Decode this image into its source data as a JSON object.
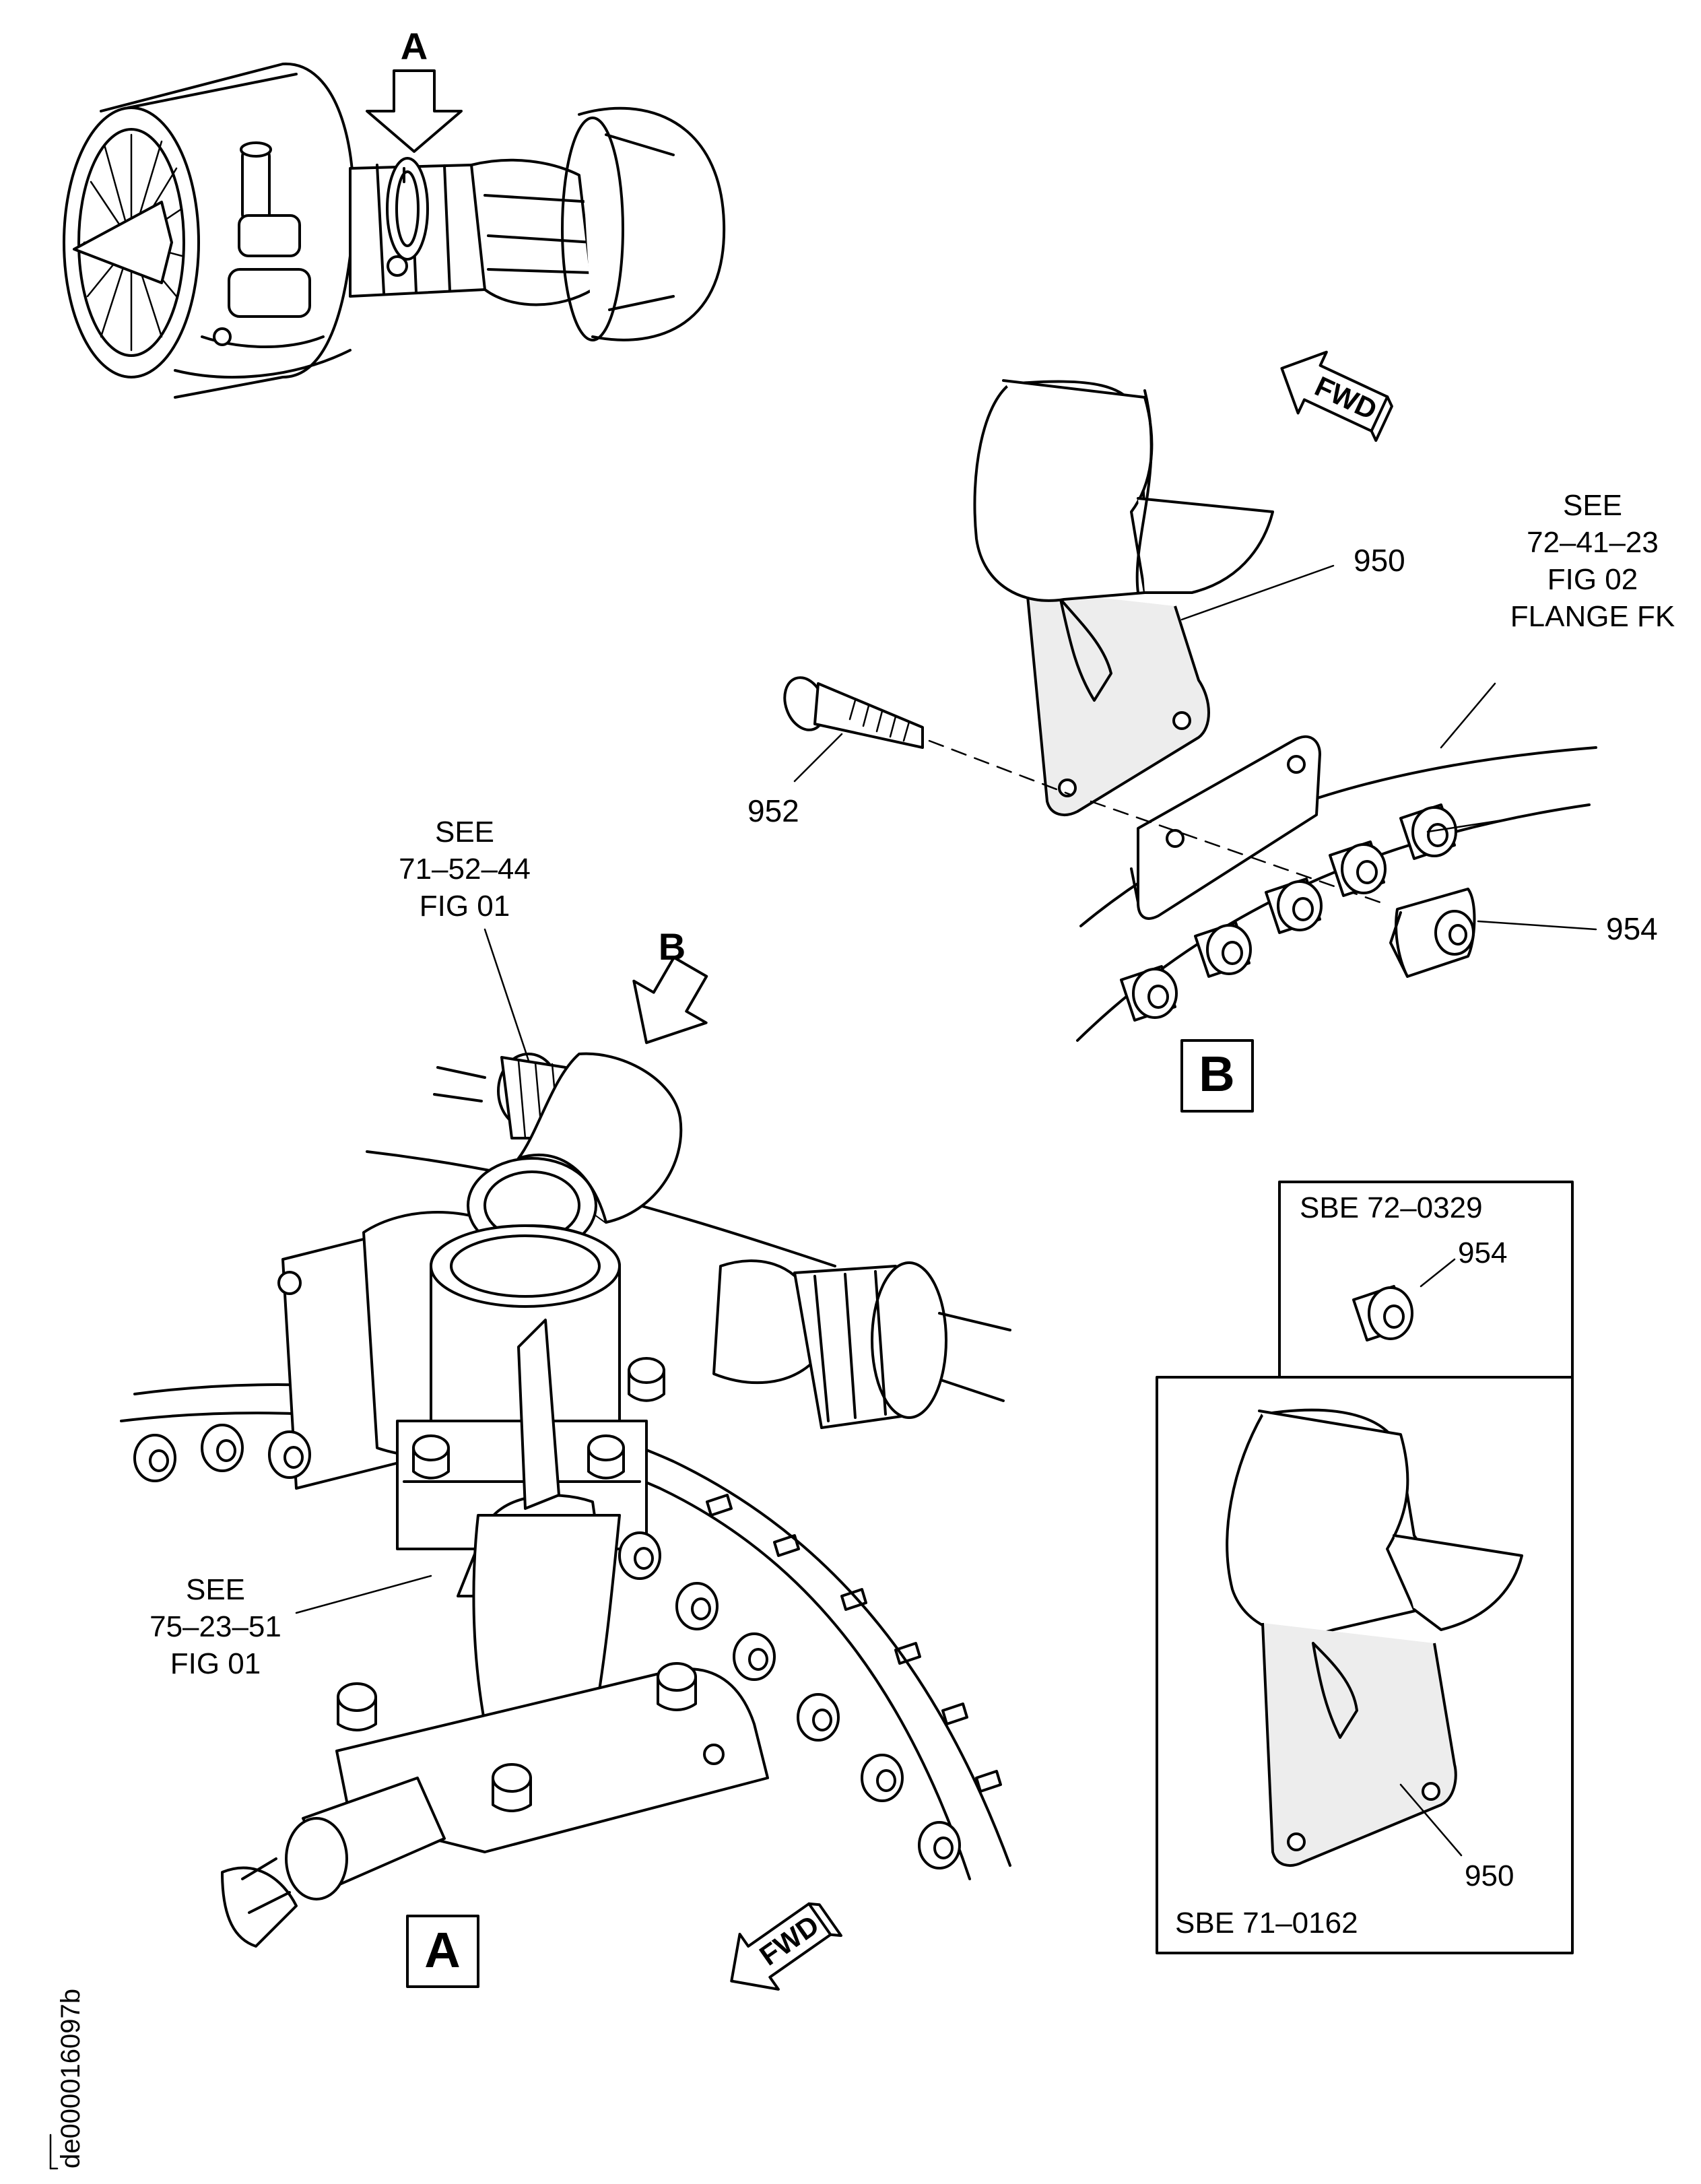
{
  "views": {
    "a_arrow_label": "A",
    "b_arrow_label": "B",
    "view_a_box": "A",
    "view_b_box": "B",
    "fwd_label": "FWD"
  },
  "references": {
    "see_71_52_44": [
      "SEE",
      "71–52–44",
      "FIG 01"
    ],
    "see_72_41_23": [
      "SEE",
      "72–41–23",
      "FIG 02",
      "FLANGE FK"
    ],
    "see_75_23_51": [
      "SEE",
      "75–23–51",
      "FIG 01"
    ]
  },
  "callouts": {
    "part_950": "950",
    "part_952": "952",
    "part_954": "954",
    "inset_part_954": "954",
    "inset_part_950": "950"
  },
  "insets": {
    "top_title": "SBE 72–0329",
    "bottom_title": "SBE 71–0162"
  },
  "figure_id": "de000016097b"
}
